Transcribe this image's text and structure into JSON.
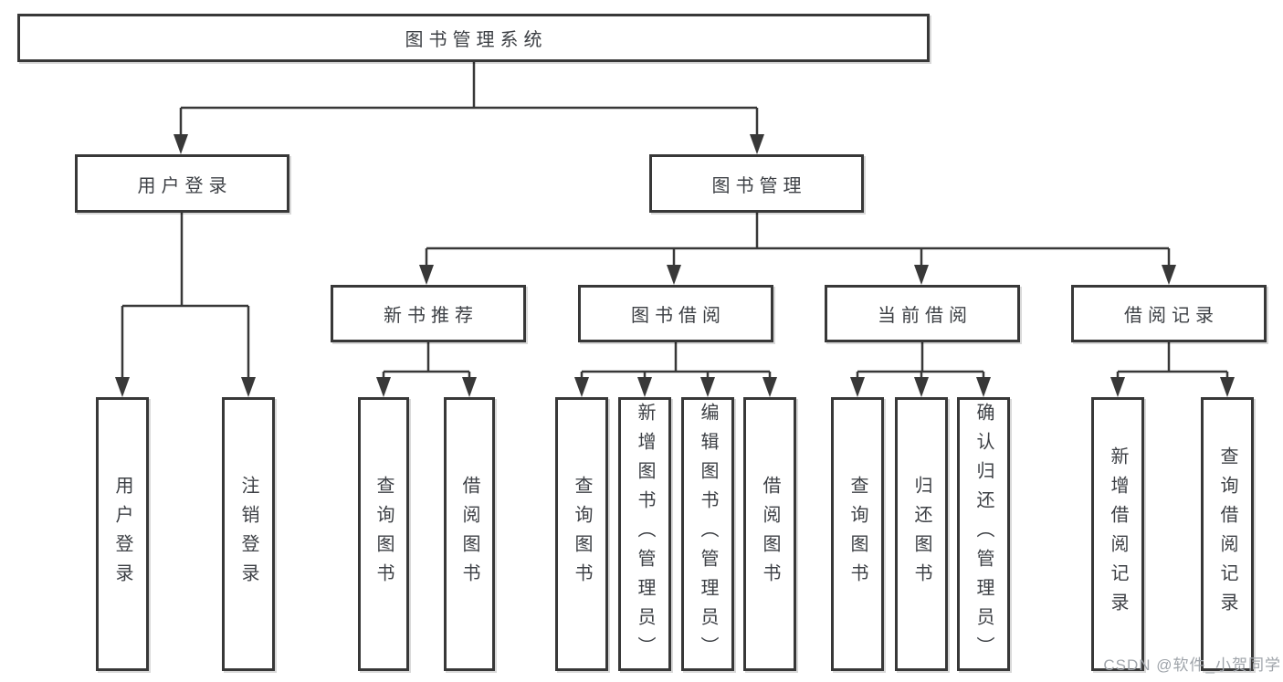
{
  "diagram": {
    "root": {
      "label": "图书管理系统"
    },
    "level2": [
      {
        "label": "用户登录"
      },
      {
        "label": "图书管理"
      }
    ],
    "level3": [
      {
        "label": "新书推荐"
      },
      {
        "label": "图书借阅"
      },
      {
        "label": "当前借阅"
      },
      {
        "label": "借阅记录"
      }
    ],
    "leaves": {
      "user_login": [
        "用户登录",
        "注销登录"
      ],
      "new_books": [
        "查询图书",
        "借阅图书"
      ],
      "book_borrow": [
        "查询图书",
        "新增图书（管理员）",
        "编辑图书（管理员）",
        "借阅图书"
      ],
      "current_borrow": [
        "查询图书",
        "归还图书",
        "确认归还（管理员）"
      ],
      "borrow_records": [
        "新增借阅记录",
        "查询借阅记录"
      ]
    },
    "watermark": "CSDN @软件_小贺同学",
    "colors": {
      "line": "#383838",
      "text": "#3d4045",
      "watermark": "#9fa4aa",
      "background": "#ffffff"
    }
  }
}
